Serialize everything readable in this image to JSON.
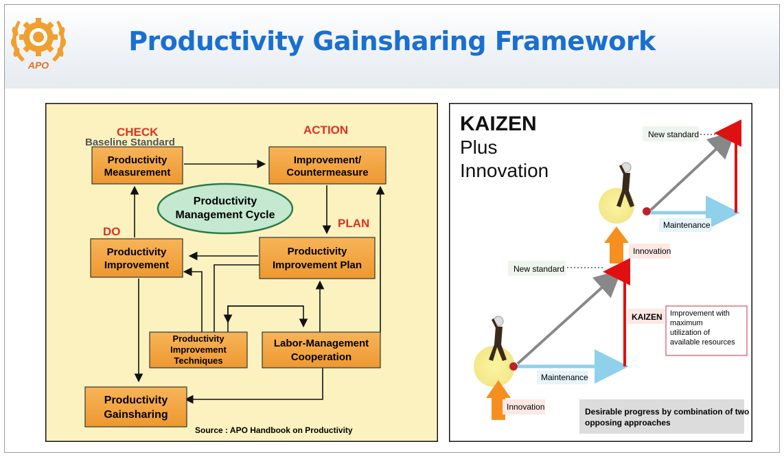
{
  "slide": {
    "title": "Productivity Gainsharing Framework",
    "logo_text": "APO"
  },
  "cycle": {
    "labels": {
      "check": "CHECK",
      "action": "ACTION",
      "do": "DO",
      "plan": "PLAN",
      "baseline": "Baseline Standard"
    },
    "boxes": {
      "measurement": [
        "Productivity",
        "Measurement"
      ],
      "countermeasure": [
        "Improvement/",
        "Countermeasure"
      ],
      "improvement": [
        "Productivity",
        "Improvement"
      ],
      "plan": [
        "Productivity",
        "Improvement Plan"
      ],
      "techniques": [
        "Productivity",
        "Improvement",
        "Techniques"
      ],
      "labor": [
        "Labor-Management",
        "Cooperation"
      ],
      "gainsharing": [
        "Productivity",
        "Gainsharing"
      ]
    },
    "center": [
      "Productivity",
      "Management Cycle"
    ],
    "source": "Source : APO Handbook on Productivity"
  },
  "kaizen": {
    "title": [
      "KAIZEN",
      "Plus",
      "Innovation"
    ],
    "new_standard_upper": "New standard",
    "new_standard_lower": "New standard",
    "maintenance_upper": "Maintenance",
    "maintenance_lower": "Maintenance",
    "innovation_upper": "Innovation",
    "innovation_lower": "Innovation",
    "kaizen_label": "KAIZEN",
    "improvement_note": [
      "Improvement with",
      "maximum",
      "utilization of",
      "available resources"
    ],
    "caption": [
      "Desirable progress by combination of two",
      "opposing approaches"
    ]
  },
  "colors": {
    "title": "#1a6fd0",
    "box": "#f4a640",
    "panel": "#fbf2c0",
    "red_label": "#e0301e",
    "ellipse": "#c4e8d0"
  }
}
